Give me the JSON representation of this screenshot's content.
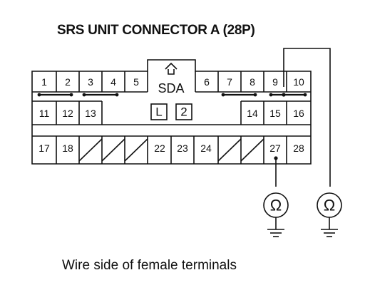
{
  "title": "SRS UNIT CONNECTOR A (28P)",
  "caption": "Wire side of female terminals",
  "connector_label": "SDA",
  "lock_labels": [
    "L",
    "2"
  ],
  "meter_symbol": "Ω",
  "pins": {
    "row1": [
      "1",
      "2",
      "3",
      "4",
      "5",
      "6",
      "7",
      "8",
      "9",
      "10"
    ],
    "row2": [
      "11",
      "12",
      "13",
      "14",
      "15",
      "16"
    ],
    "row3": [
      "17",
      "18",
      "22",
      "23",
      "24",
      "27",
      "28"
    ]
  }
}
